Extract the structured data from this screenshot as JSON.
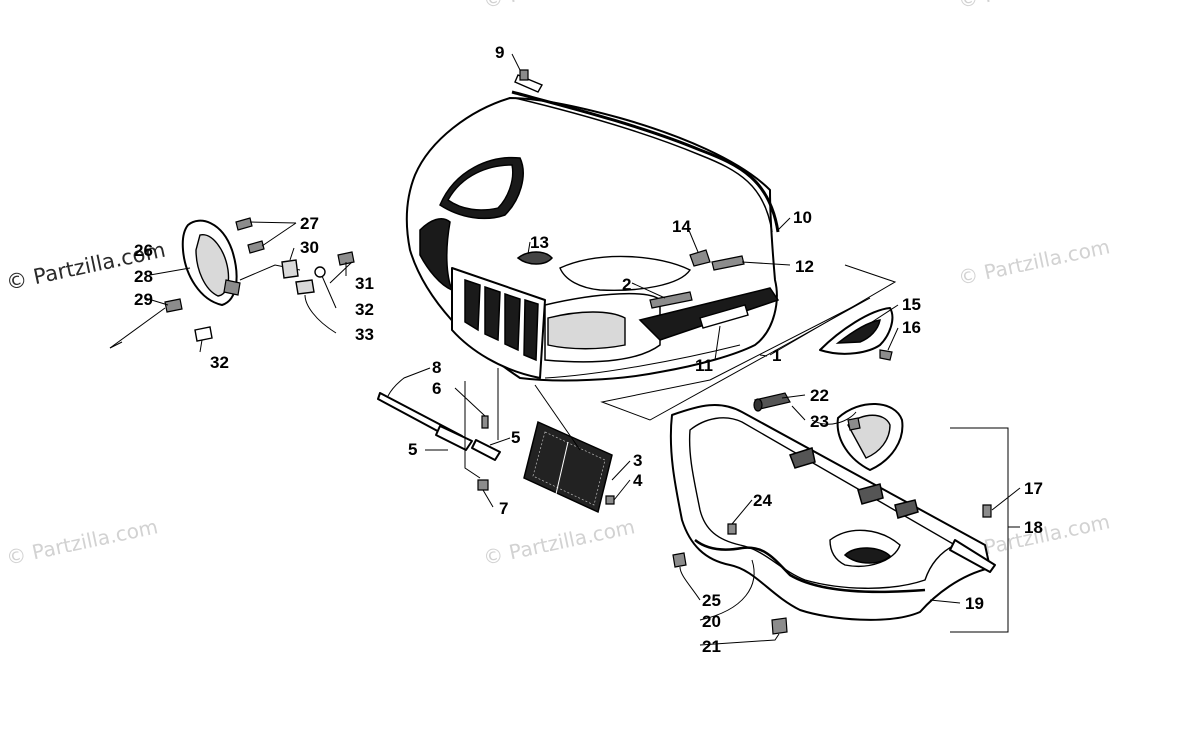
{
  "watermark": "© Partzilla.com",
  "callouts": {
    "c1": "1",
    "c2": "2",
    "c3": "3",
    "c4": "4",
    "c5a": "5",
    "c5b": "5",
    "c6": "6",
    "c7": "7",
    "c8": "8",
    "c9": "9",
    "c10": "10",
    "c11": "11",
    "c12": "12",
    "c13": "13",
    "c14": "14",
    "c15": "15",
    "c16": "16",
    "c17": "17",
    "c18": "18",
    "c19": "19",
    "c20": "20",
    "c21": "21",
    "c22": "22",
    "c23": "23",
    "c24": "24",
    "c25": "25",
    "c26": "26",
    "c27": "27",
    "c28": "28",
    "c29": "29",
    "c30": "30",
    "c31": "31",
    "c32a": "32",
    "c32b": "32",
    "c33": "33"
  }
}
